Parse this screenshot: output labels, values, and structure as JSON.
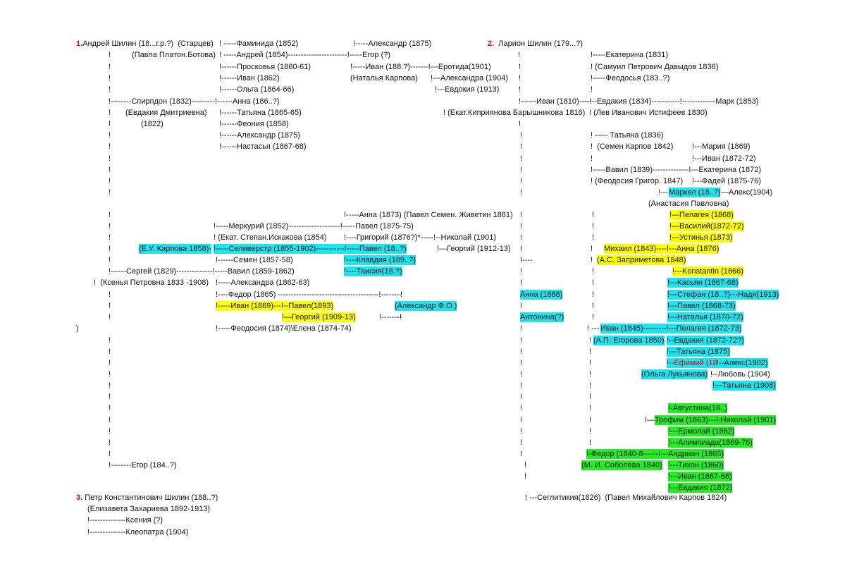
{
  "document": {
    "heads": [
      {
        "number": "1.",
        "text": "Андрей Шилин (18...г.р.?)  (Старцев)"
      },
      {
        "number": "2.",
        "text": "  Ларион Шилин (179...?)"
      },
      {
        "number": "3.",
        "text": " Петр Константинович Шилин (188..?)"
      }
    ],
    "lines": [
      {
        "text": "! -----Фаминида (1852)"
      },
      {
        "text": "!-----Александр (1875)"
      },
      {
        "text": "!"
      },
      {
        "text": "(Павла Платон.Ботова)"
      },
      {
        "text": "! -----Андрей (1854)-----------------------!-----Егор (?)"
      },
      {
        "text": "!"
      },
      {
        "text": "!-----Екатерина (1831)"
      },
      {
        "text": "!"
      },
      {
        "text": "!------Просковья (1860-61)"
      },
      {
        "text": "!-----Иван (188.?)-------!---Еротида(1901)"
      },
      {
        "text": "!"
      },
      {
        "text": "! (Самуил Петрович Давыдов 1836)"
      },
      {
        "text": "!"
      },
      {
        "text": "!------Иван (1862)"
      },
      {
        "text": "(Наталья Карпова)"
      },
      {
        "text": "!---Александра (1904)"
      },
      {
        "text": "!"
      },
      {
        "text": "!-----Феодосья (183..?)"
      },
      {
        "text": "!"
      },
      {
        "text": "!------Ольга (1864-66)"
      },
      {
        "text": "!---Евдокия (1913)"
      },
      {
        "text": "!"
      },
      {
        "text": "!"
      },
      {
        "text": "!--------Спирпдон (1832)---------!------Анна (186..?)"
      },
      {
        "text": "!------Иван (1810)----!"
      },
      {
        "text": "------Евдакия (1834)-----------!-------------Марк (1853)"
      },
      {
        "text": "!"
      },
      {
        "text": "(Евдакия Дмитриевна)"
      },
      {
        "text": "!------Татьяна (1865-65)"
      },
      {
        "text": "! (Екат.Киприяновa Барышникова 1816)"
      },
      {
        "text": "! (Лев Иванович Истифеев 1830)"
      },
      {
        "text": "(1822)"
      },
      {
        "text": "!------Феония (1858)"
      },
      {
        "text": "!"
      },
      {
        "text": "!"
      },
      {
        "text": "!"
      },
      {
        "text": "!------Александр (1875)"
      },
      {
        "text": "!"
      },
      {
        "text": "! ----- Татьяна (1836)"
      },
      {
        "text": "!"
      },
      {
        "text": "!------Настасья (1867-68)"
      },
      {
        "text": "!"
      },
      {
        "text": "!  (Семен Карпов 1842)"
      },
      {
        "text": "!---Мария (1869)"
      },
      {
        "text": "!"
      },
      {
        "text": "!"
      },
      {
        "text": "!"
      },
      {
        "text": "!---Иван (1872-72)"
      },
      {
        "text": "!"
      },
      {
        "text": "!"
      },
      {
        "text": "!-----Вавил (1839)--------------!---Екатерина (1872)"
      },
      {
        "text": "!"
      },
      {
        "text": "!"
      },
      {
        "text": "! (Феодосия Григор. 1847)"
      },
      {
        "text": "!---Фадей (1875-76)"
      },
      {
        "text": "!"
      },
      {
        "text": "!"
      },
      {
        "text": "!---"
      },
      {
        "text": "Маркел (18..?)",
        "bg": "cyan"
      },
      {
        "text": "—Алекс(1904)"
      },
      {
        "text": "(Анастасия Павловна)"
      },
      {
        "text": "!"
      },
      {
        "text": "!"
      },
      {
        "text": "!-----Анна (1873) (Павел Семен. Живетин 1881)"
      },
      {
        "text": "!"
      },
      {
        "text": "!"
      },
      {
        "text": "!—Пелагея (1868)",
        "bg": "yellow"
      },
      {
        "text": "!"
      },
      {
        "text": "!-----Меркурий (1852)--------------------!-----Павел (1875-75)"
      },
      {
        "text": "!"
      },
      {
        "text": "!"
      },
      {
        "text": "!—Василий(1872-72)",
        "bg": "yellow"
      },
      {
        "text": "!"
      },
      {
        "text": "! (Екат. Степан.Искакова (1854)"
      },
      {
        "text": "!----Григорий (1876?)*-----!--Николай (1901)"
      },
      {
        "text": "!"
      },
      {
        "text": "!"
      },
      {
        "text": "!---Устинья (1873)",
        "bg": "yellow"
      },
      {
        "text": "!"
      },
      {
        "text": "(Е.У. Карпова 1858)-",
        "bg": "cyan"
      },
      {
        "text": "!-----Селиверстр (1855-1902)-----------!-----Павел (18..?)",
        "bg": "cyan"
      },
      {
        "text": "!—Георгий (1912-13)"
      },
      {
        "text": "!"
      },
      {
        "text": "!----"
      },
      {
        "text": "Михаил (1843)----!---Анна (1876)",
        "bg": "yellow"
      },
      {
        "text": "!"
      },
      {
        "text": "!------Семен (1857-58)"
      },
      {
        "text": "!----Клавдия (189..?)",
        "bg": "cyan"
      },
      {
        "text": "!"
      },
      {
        "text": "!"
      },
      {
        "text": "(А.С. Заприметова 1848)",
        "bg": "yellow"
      },
      {
        "text": "!------Сергей (1829)--------------!-----Вавил (1859-1862)"
      },
      {
        "text": "!----Таисия(18.?)",
        "bg": "cyan"
      },
      {
        "text": "!"
      },
      {
        "text": "!"
      },
      {
        "text": "!---Konstantin (1866)",
        "bg": "yellow"
      },
      {
        "text": "!  (Ксенья Петровна 1833 -1908)"
      },
      {
        "text": "!-----Александра (1862-63)"
      },
      {
        "text": "!"
      },
      {
        "text": "!"
      },
      {
        "text": "!---Касьян (1867-68)",
        "bg": "cyan"
      },
      {
        "text": "!"
      },
      {
        "text": "!----Федор (1865) ---------------------------------------!--------"
      },
      {
        "text": "Анна (1888)",
        "bg": "cyan"
      },
      {
        "text": "!"
      },
      {
        "text": "!"
      },
      {
        "text": "!—Стефан (18..?)---Надя(1913)",
        "bg": "cyan"
      },
      {
        "text": "!"
      },
      {
        "text": "!-----Иван (1869)---!--Павел(1893)",
        "bg": "yellow"
      },
      {
        "text": "(Александр Ф.О.)",
        "bg": "cyan"
      },
      {
        "text": "!"
      },
      {
        "text": "!"
      },
      {
        "text": "!---Павел (1868-73)",
        "bg": "cyan"
      },
      {
        "text": "!"
      },
      {
        "text": "!—Георгий (1909-13)",
        "bg": "yellow"
      },
      {
        "text": "!--------"
      },
      {
        "text": "Антонина(?)",
        "bg": "cyan"
      },
      {
        "text": "!"
      },
      {
        "text": "!"
      },
      {
        "text": "!---Наталья (1870-72)",
        "bg": "cyan"
      },
      {
        "text": ")"
      },
      {
        "text": "!-----Феодосия (1874)\\Елена (1874-74)"
      },
      {
        "text": "!"
      },
      {
        "text": "! ---"
      },
      {
        "text": "Иван (1845)---------!---Пелагея (1872-73)",
        "bg": "cyan"
      },
      {
        "text": "!"
      },
      {
        "text": "!"
      },
      {
        "text": "!"
      },
      {
        "text": "(А.П. Егорова 1850)",
        "bg": "cyan"
      },
      {
        "text": "!--Евдакия (1872-72?)",
        "bg": "cyan"
      },
      {
        "text": "!"
      },
      {
        "text": "!"
      },
      {
        "text": "!"
      },
      {
        "text": "!---Татьяна (1875)",
        "bg": "cyan"
      },
      {
        "text": "!"
      },
      {
        "text": "!"
      },
      {
        "text": "!"
      },
      {
        "text": "!--Ефимий (1876-76)",
        "bg": "cyan",
        "fg": "red"
      },
      {
        "text": "!--Алекс(1902)",
        "bg": "cyan"
      },
      {
        "text": "!"
      },
      {
        "text": "!"
      },
      {
        "text": "!"
      },
      {
        "text": "(Ольга Лукьянова)",
        "bg": "cyan"
      },
      {
        "text": "!--Любовь (1904)"
      },
      {
        "text": "!"
      },
      {
        "text": "!"
      },
      {
        "text": "!"
      },
      {
        "text": "!---Татьяна (1908)",
        "bg": "cyan"
      },
      {
        "text": "!"
      },
      {
        "text": "!"
      },
      {
        "text": "!"
      },
      {
        "text": "!"
      },
      {
        "text": "!"
      },
      {
        "text": "!"
      },
      {
        "text": "!-Августина(18..)",
        "bg": "green"
      },
      {
        "text": "!"
      },
      {
        "text": "!"
      },
      {
        "text": "!"
      },
      {
        "text": "!—"
      },
      {
        "text": "Трофим (1863)---!-Николай (1901)",
        "bg": "green"
      },
      {
        "text": "!"
      },
      {
        "text": "!"
      },
      {
        "text": "!"
      },
      {
        "text": "!---Ермолай (1862)",
        "bg": "green"
      },
      {
        "text": "!"
      },
      {
        "text": "!"
      },
      {
        "text": "!"
      },
      {
        "text": "!---Алимпиада(1869-76)",
        "bg": "green"
      },
      {
        "text": "!"
      },
      {
        "text": "!"
      },
      {
        "text": "!-Федор (1840-88)",
        "bg": "green"
      },
      {
        "text": "------!---Андриан (1865)",
        "bg": "green"
      },
      {
        "text": "!--------Егор (184..?)"
      },
      {
        "text": "!"
      },
      {
        "text": "(М. И. Соболева 1840)",
        "bg": "green"
      },
      {
        "text": "!---Тихон (1860)",
        "bg": "green"
      },
      {
        "text": "!"
      },
      {
        "text": "!---Иван (1867-68)",
        "bg": "green"
      },
      {
        "text": "!---Евдакия (1872)",
        "bg": "green"
      },
      {
        "text": "(Елизавета Захариева 1892-1913)"
      },
      {
        "text": "! ---Сеглитикия(1826)  (Павел Михайлович Карпов 1824)"
      },
      {
        "text": "!--------------Ксения (?)"
      },
      {
        "text": "!--------------Клеопатра (1904)"
      }
    ]
  }
}
